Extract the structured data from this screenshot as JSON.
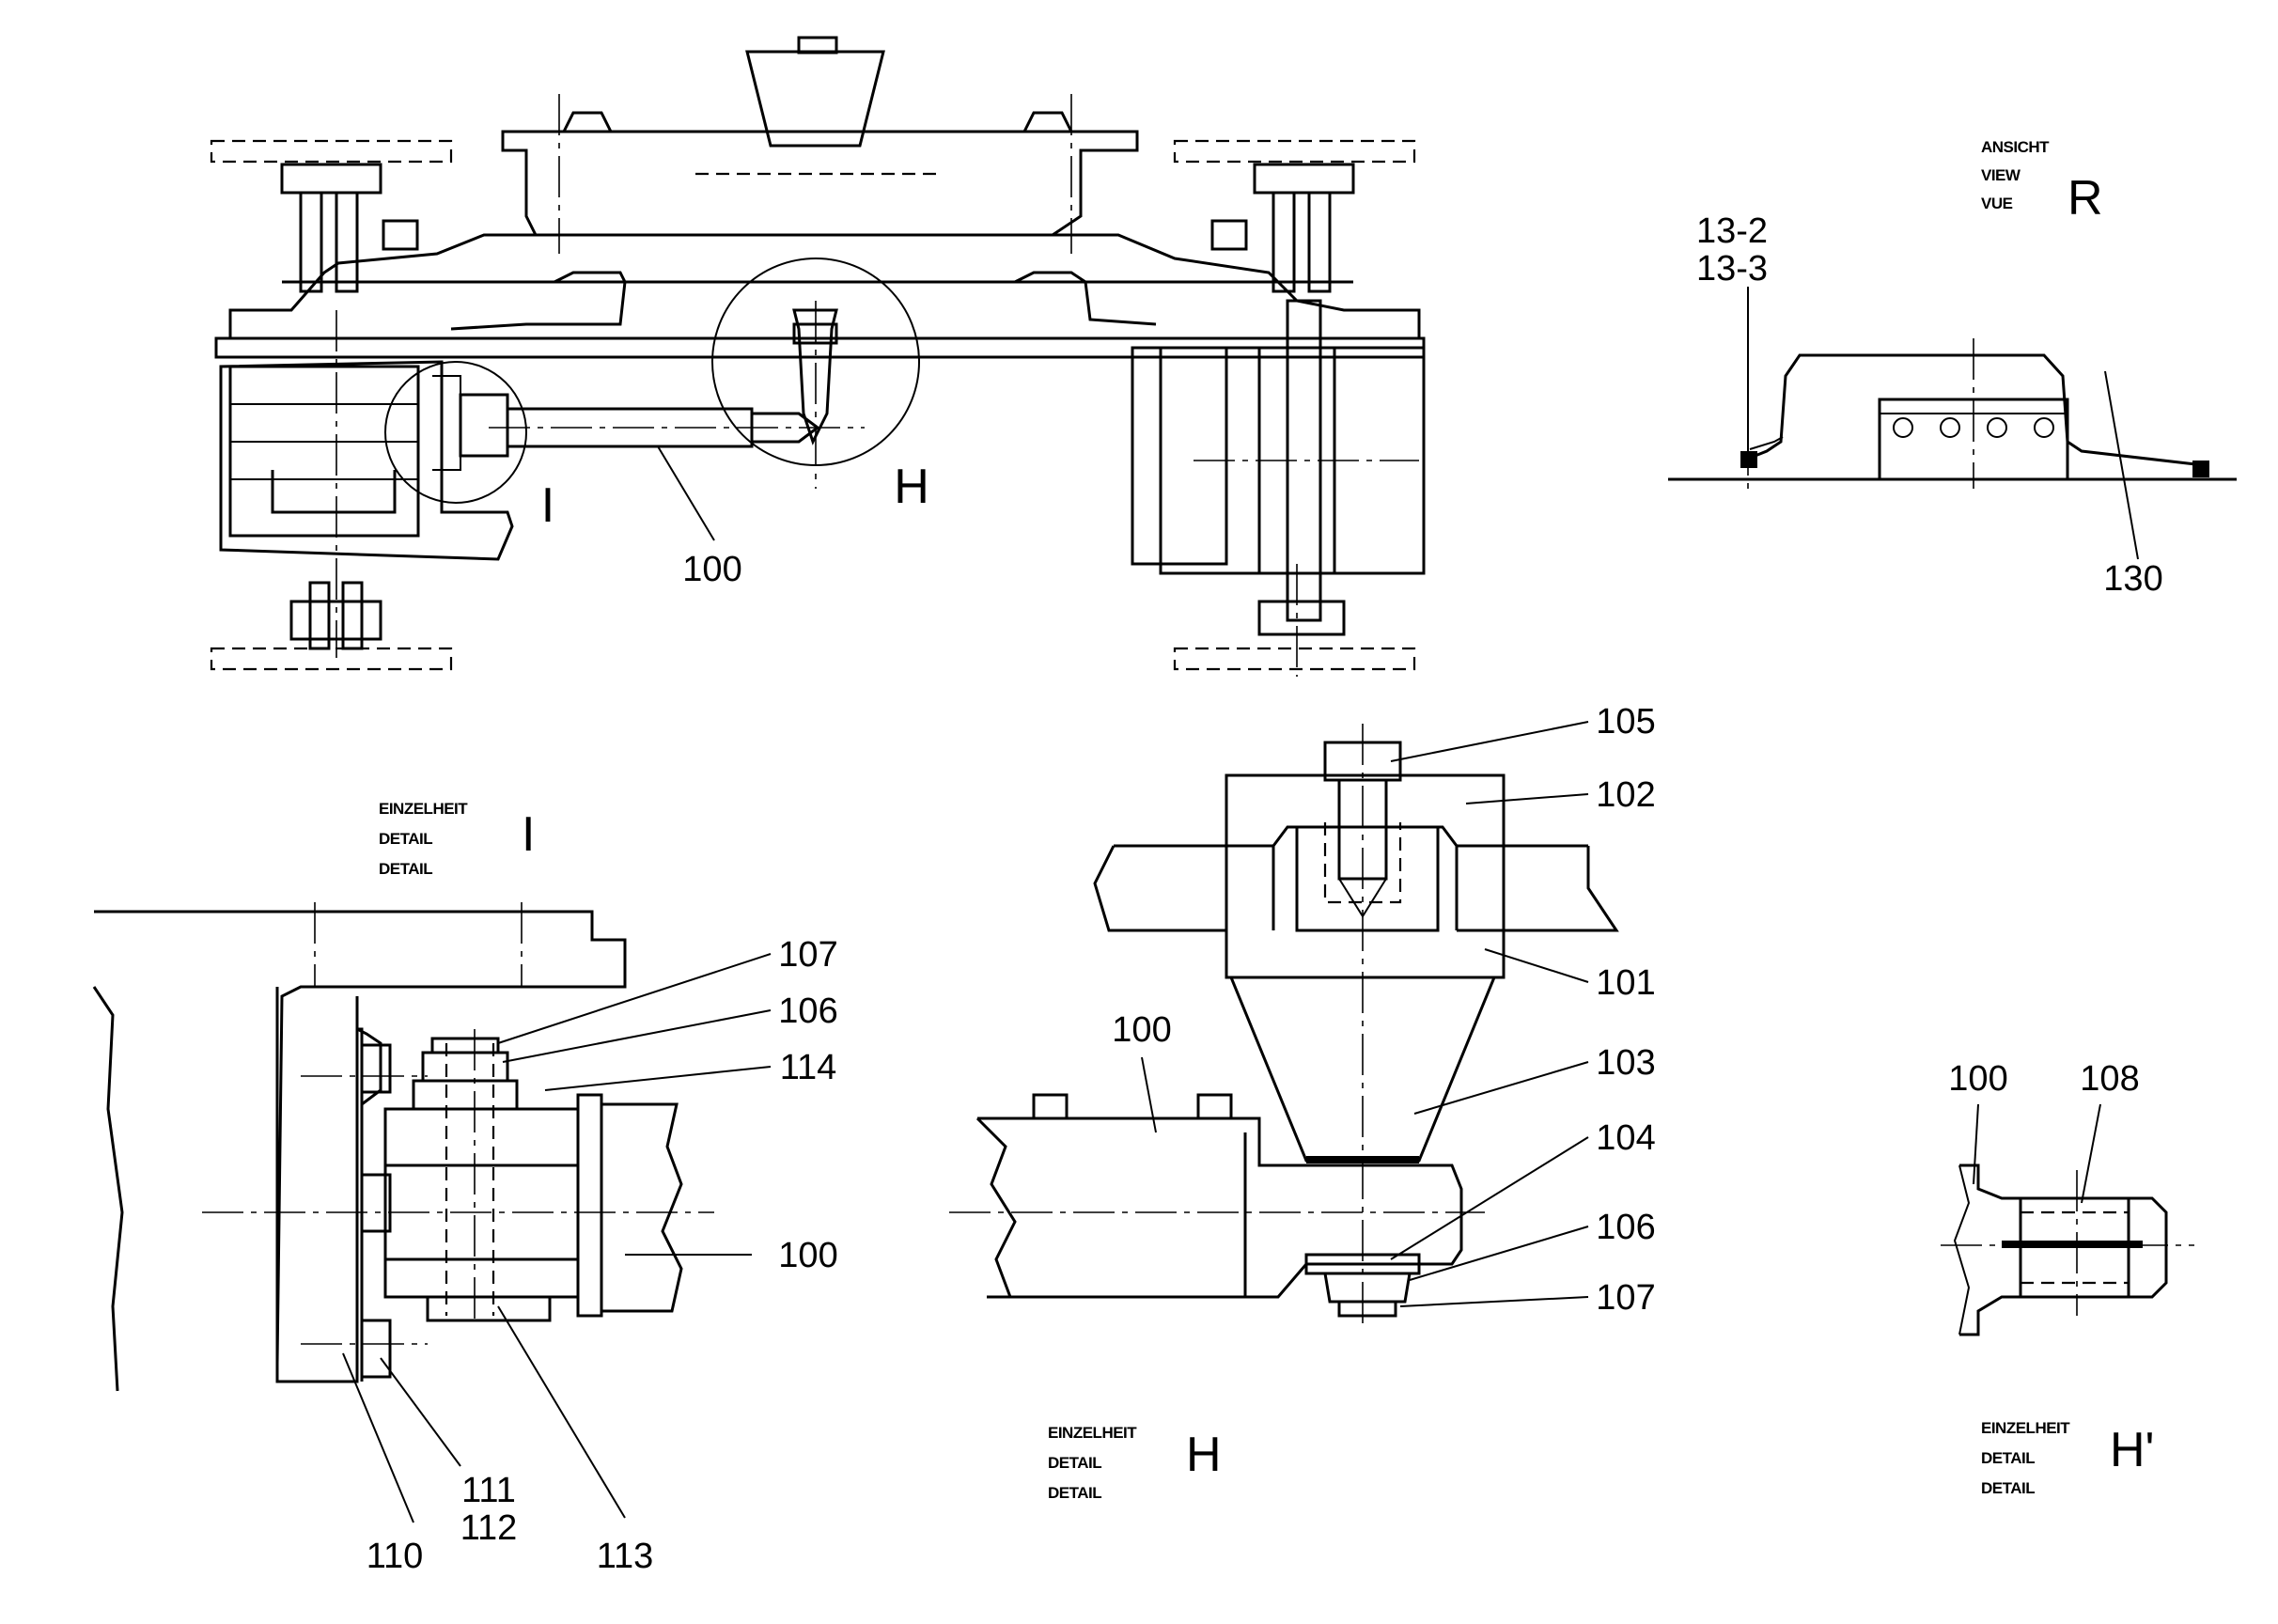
{
  "view_r": {
    "caption": [
      "ANSICHT",
      "VIEW",
      "VUE"
    ],
    "letter": "R",
    "labels": [
      "13-2",
      "13-3",
      "130"
    ]
  },
  "main_view": {
    "labels": [
      "100",
      "H",
      "I"
    ]
  },
  "detail_i": {
    "caption": [
      "EINZELHEIT",
      "DETAIL",
      "DETAIL"
    ],
    "letter": "I",
    "labels": [
      "107",
      "106",
      "114",
      "100",
      "110",
      "111",
      "112",
      "113"
    ]
  },
  "detail_h": {
    "caption": [
      "EINZELHEIT",
      "DETAIL",
      "DETAIL"
    ],
    "letter": "H",
    "labels": [
      "105",
      "102",
      "101",
      "103",
      "104",
      "106",
      "107",
      "100"
    ]
  },
  "detail_h2": {
    "caption": [
      "EINZELHEIT",
      "DETAIL",
      "DETAIL"
    ],
    "letter": "H'",
    "labels": [
      "100",
      "108"
    ]
  }
}
